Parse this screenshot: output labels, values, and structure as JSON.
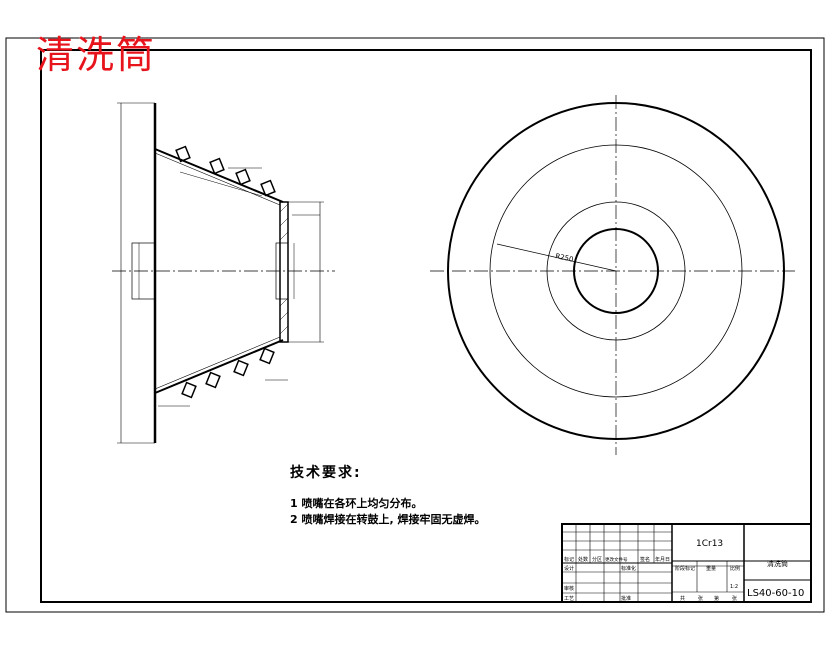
{
  "header": {
    "title": "清洗筒",
    "title_color": "#e8141c"
  },
  "technical_requirements": {
    "title": "技术要求:",
    "items": [
      "1  喷嘴在各环上均匀分布。",
      "2  喷嘴焊接在转鼓上, 焊接牢固无虚焊。"
    ]
  },
  "title_block": {
    "material": "1Cr13",
    "part_name": "清洗筒",
    "drawing_number": "LS40-60-10",
    "scale": "1:2",
    "header_cells": [
      "标记",
      "处数",
      "分区",
      "更改文件号",
      "签名",
      "年月日"
    ],
    "row_labels": [
      "设计",
      "审核",
      "工艺"
    ],
    "standardization": "标准化",
    "approve": "批准",
    "stage_mark": "阶段标记",
    "weight": "重量",
    "ratio": "比例",
    "bottom_cells": [
      "共",
      "张",
      "第",
      "张"
    ]
  },
  "dimensions": {
    "radius_label": "R250"
  },
  "colors": {
    "line": "#000000",
    "accent": "#e8141c"
  }
}
